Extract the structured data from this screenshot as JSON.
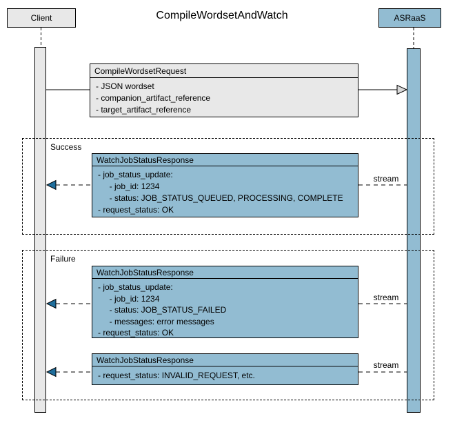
{
  "title": "CompileWordsetAndWatch",
  "actors": {
    "client": {
      "label": "Client"
    },
    "asraas": {
      "label": "ASRaaS"
    }
  },
  "request": {
    "title": "CompileWordsetRequest",
    "fields": [
      "- JSON wordset",
      "- companion_artifact_reference",
      "- target_artifact_reference"
    ]
  },
  "sections": {
    "success": {
      "label": "Success",
      "stream_label": "stream",
      "box": {
        "title": "WatchJobStatusResponse",
        "fields": [
          "- job_status_update:",
          "     - job_id: 1234",
          "     - status: JOB_STATUS_QUEUED, PROCESSING, COMPLETE",
          "- request_status: OK"
        ]
      }
    },
    "failure": {
      "label": "Failure",
      "stream_label_1": "stream",
      "stream_label_2": "stream",
      "box1": {
        "title": "WatchJobStatusResponse",
        "fields": [
          "- job_status_update:",
          "     - job_id: 1234",
          "     - status: JOB_STATUS_FAILED",
          "     - messages: error messages",
          "- request_status: OK"
        ]
      },
      "box2": {
        "title": "WatchJobStatusResponse",
        "fields": [
          "- request_status: INVALID_REQUEST, etc."
        ]
      }
    }
  },
  "colors": {
    "actor_gray_fill": "#e8e8e8",
    "message_blue_fill": "#92bcd2",
    "return_arrowhead_blue": "#1f6e9c",
    "open_arrowhead_fill": "#d9d9d9",
    "line_color": "#000000"
  }
}
